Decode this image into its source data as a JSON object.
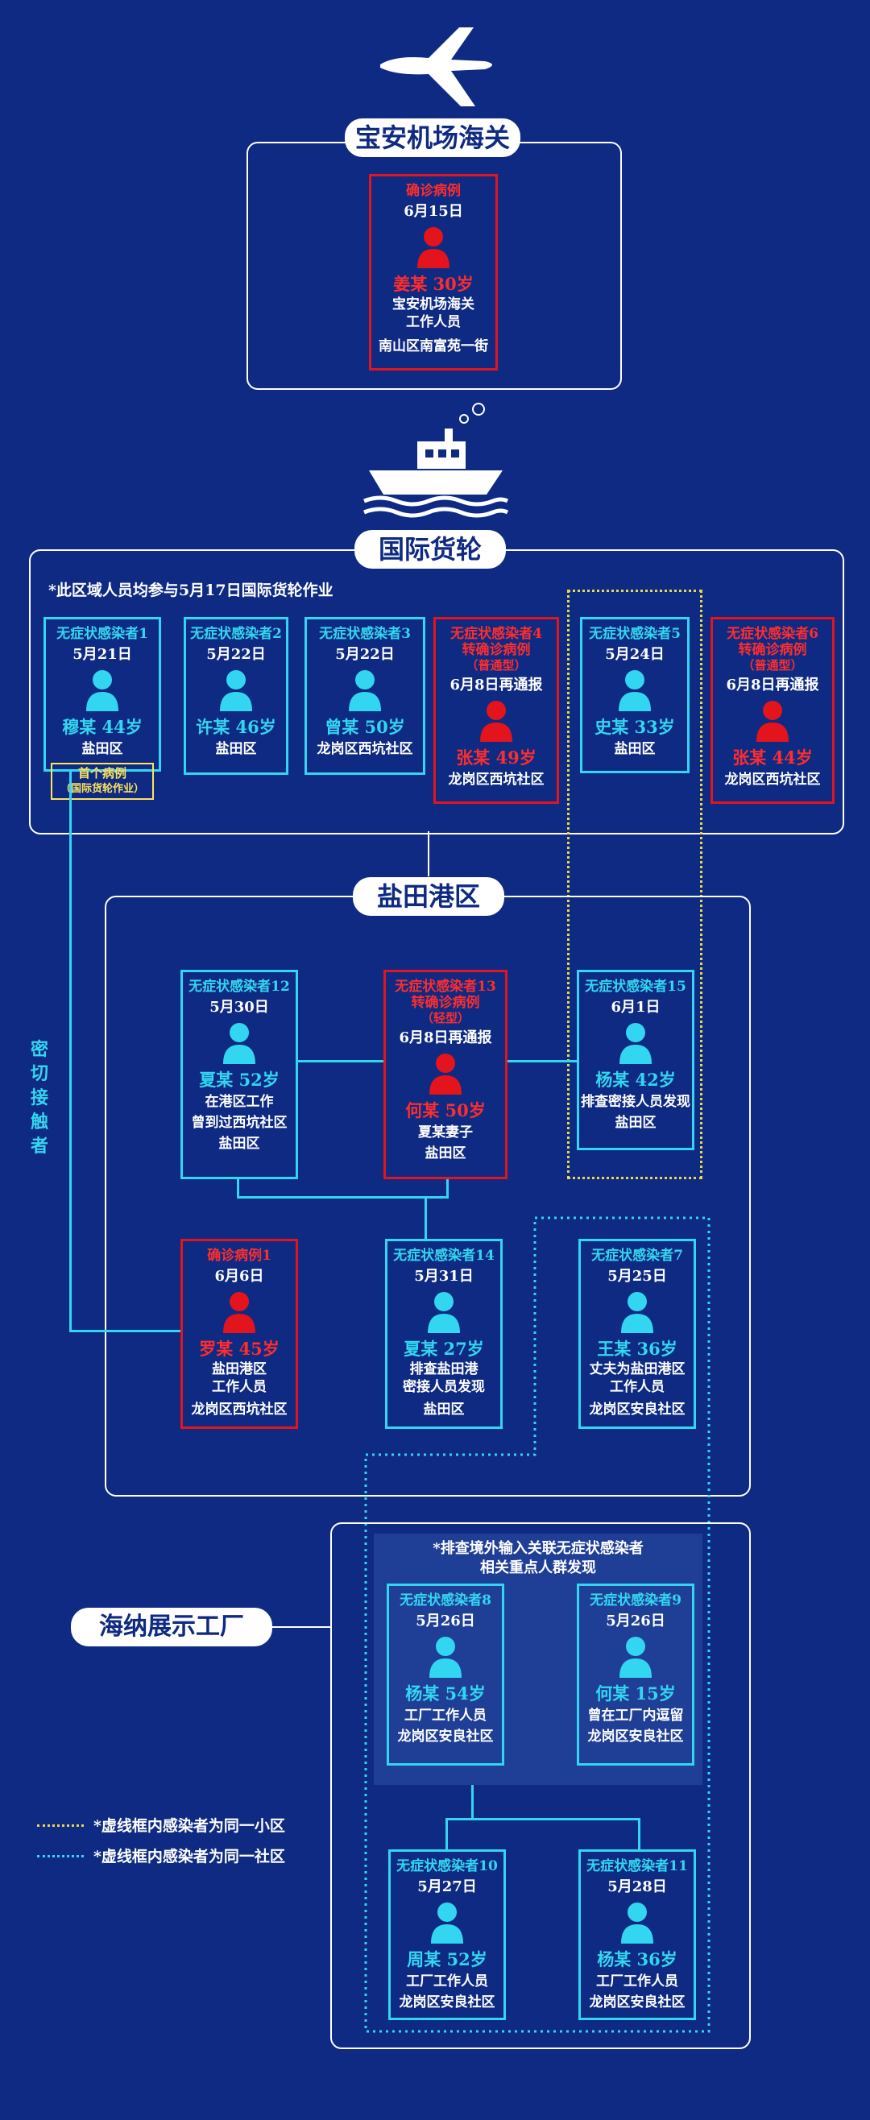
{
  "colors": {
    "background": "#0e2a82",
    "asymptomatic": "#33d6f0",
    "confirmed": "#e3141b",
    "same_compound_line": "#e8d84a",
    "same_community_line": "#33d6f0"
  },
  "sections": {
    "airport": "宝安机场海关",
    "ship": "国际货轮",
    "port": "盐田港区",
    "factory": "海纳展示工厂"
  },
  "icons": {
    "airplane": "airplane-icon",
    "ship": "ship-icon",
    "person": "person-icon"
  },
  "ship_note": "*此区域人员均参与5月17日国际货轮作业",
  "factory_note_1": "*排查境外输入关联无症状感染者",
  "factory_note_2": "相关重点人群发现",
  "close_contact_label": "密切接触者",
  "legend": {
    "compound": "*虚线框内感染者为同一小区",
    "community": "*虚线框内感染者为同一社区"
  },
  "cards": {
    "airport": {
      "label": "确诊病例",
      "date": "6月15日",
      "name": "姜某 30岁",
      "l1": "宝安机场海关",
      "l2": "工作人员",
      "l3": "南山区南富苑一街"
    },
    "a1": {
      "label": "无症状感染者1",
      "date": "5月21日",
      "name": "穆某 44岁",
      "l1": "盐田区",
      "tag1": "首个病例",
      "tag2": "（国际货轮作业）"
    },
    "a2": {
      "label": "无症状感染者2",
      "date": "5月22日",
      "name": "许某 46岁",
      "l1": "盐田区"
    },
    "a3": {
      "label": "无症状感染者3",
      "date": "5月22日",
      "name": "曾某 50岁",
      "l1": "龙岗区西坑社区"
    },
    "a4": {
      "label": "无症状感染者4",
      "sub1": "转确诊病例",
      "sub2": "（普通型）",
      "date": "6月8日再通报",
      "name": "张某 49岁",
      "l1": "龙岗区西坑社区"
    },
    "a5": {
      "label": "无症状感染者5",
      "date": "5月24日",
      "name": "史某 33岁",
      "l1": "盐田区"
    },
    "a6": {
      "label": "无症状感染者6",
      "sub1": "转确诊病例",
      "sub2": "（普通型）",
      "date": "6月8日再通报",
      "name": "张某 44岁",
      "l1": "龙岗区西坑社区"
    },
    "a12": {
      "label": "无症状感染者12",
      "date": "5月30日",
      "name": "夏某 52岁",
      "l1": "在港区工作",
      "l2": "曾到过西坑社区",
      "l3": "盐田区"
    },
    "a13": {
      "label": "无症状感染者13",
      "sub1": "转确诊病例",
      "sub2": "（轻型）",
      "date": "6月8日再通报",
      "name": "何某 50岁",
      "l1": "夏某妻子",
      "l2": "盐田区"
    },
    "a15": {
      "label": "无症状感染者15",
      "date": "6月1日",
      "name": "杨某 42岁",
      "l1": "排查密接人员发现",
      "l2": "盐田区"
    },
    "c1": {
      "label": "确诊病例1",
      "date": "6月6日",
      "name": "罗某 45岁",
      "l1": "盐田港区",
      "l2": "工作人员",
      "l3": "龙岗区西坑社区"
    },
    "a14": {
      "label": "无症状感染者14",
      "date": "5月31日",
      "name": "夏某 27岁",
      "l1": "排查盐田港",
      "l2": "密接人员发现",
      "l3": "盐田区"
    },
    "a7": {
      "label": "无症状感染者7",
      "date": "5月25日",
      "name": "王某 36岁",
      "l1": "丈夫为盐田港区",
      "l2": "工作人员",
      "l3": "龙岗区安良社区"
    },
    "a8": {
      "label": "无症状感染者8",
      "date": "5月26日",
      "name": "杨某 54岁",
      "l1": "工厂工作人员",
      "l2": "龙岗区安良社区"
    },
    "a9": {
      "label": "无症状感染者9",
      "date": "5月26日",
      "name": "何某 15岁",
      "l1": "曾在工厂内逗留",
      "l2": "龙岗区安良社区"
    },
    "a10": {
      "label": "无症状感染者10",
      "date": "5月27日",
      "name": "周某 52岁",
      "l1": "工厂工作人员",
      "l2": "龙岗区安良社区"
    },
    "a11": {
      "label": "无症状感染者11",
      "date": "5月28日",
      "name": "杨某 36岁",
      "l1": "工厂工作人员",
      "l2": "龙岗区安良社区"
    }
  }
}
